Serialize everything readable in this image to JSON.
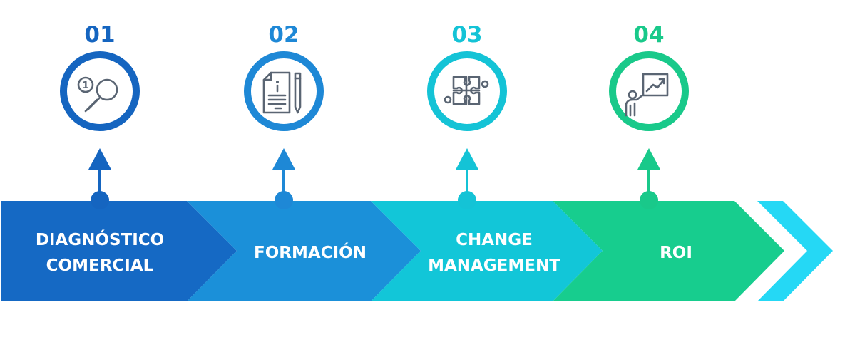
{
  "steps": [
    {
      "number": "01",
      "label_lines": [
        "DIAGNÓSTICO",
        "COMERCIAL"
      ],
      "icon": "search-info-icon",
      "color": "#1565c0",
      "band_color": "#1569c4"
    },
    {
      "number": "02",
      "label_lines": [
        "FORMACIÓN"
      ],
      "icon": "document-pen-icon",
      "color": "#1e88d6",
      "band_color": "#1b90d9"
    },
    {
      "number": "03",
      "label_lines": [
        "CHANGE",
        "MANAGEMENT"
      ],
      "icon": "puzzle-icon",
      "color": "#14c3d6",
      "band_color": "#12c6d8"
    },
    {
      "number": "04",
      "label_lines": [
        "ROI"
      ],
      "icon": "presentation-growth-icon",
      "color": "#19c98a",
      "band_color": "#17cd8e"
    }
  ],
  "end_chevron": {
    "icon": "chevron-right-icon",
    "color": "#25d8f5"
  },
  "icon_color": "#5a6573"
}
